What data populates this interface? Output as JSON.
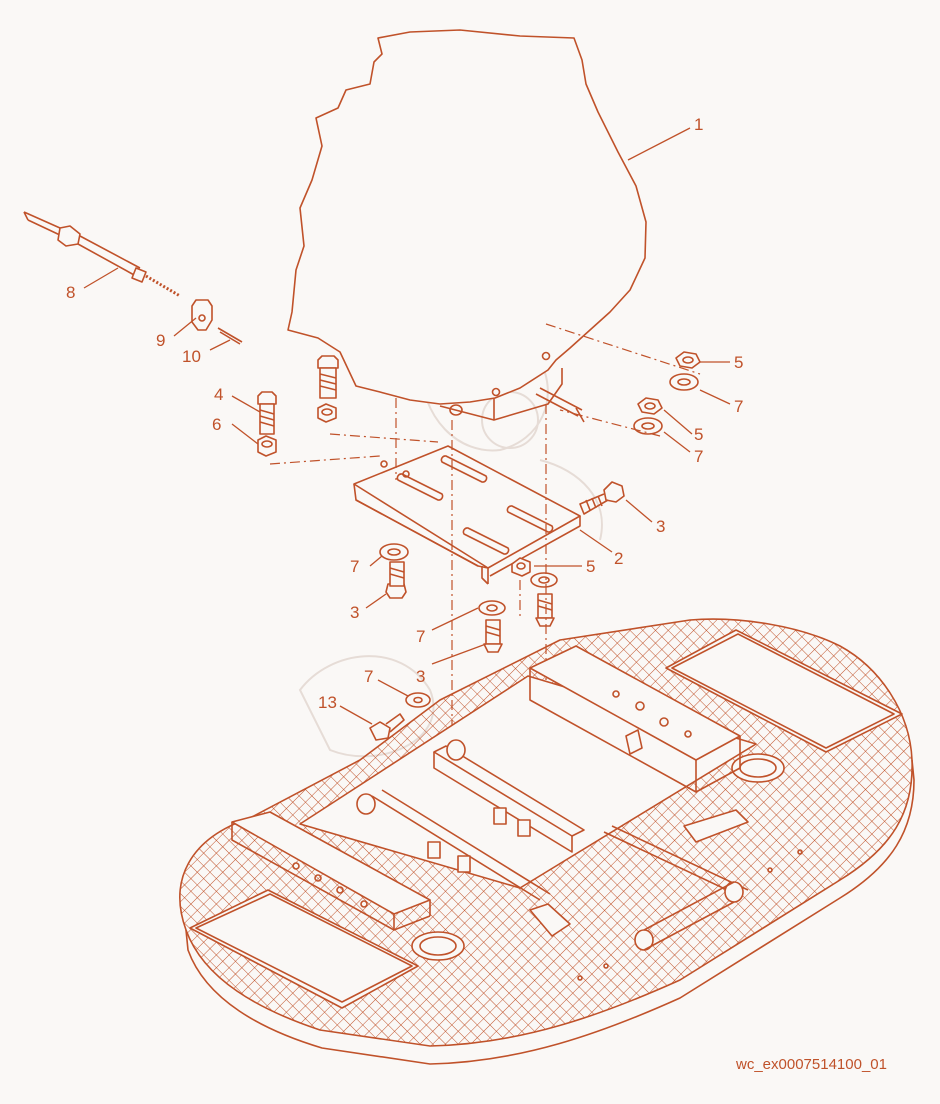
{
  "callouts": {
    "c1": "1",
    "c2": "2",
    "c3a": "3",
    "c3b": "3",
    "c3c": "3",
    "c4": "4",
    "c5a": "5",
    "c5b": "5",
    "c5c": "5",
    "c6": "6",
    "c7a": "7",
    "c7b": "7",
    "c7c": "7",
    "c7d": "7",
    "c7e": "7",
    "c8": "8",
    "c9": "9",
    "c10": "10",
    "c13": "13"
  },
  "figure_code": "wc_ex0007514100_01",
  "colors": {
    "line": "#c0522a",
    "background": "#faf8f6",
    "watermark": "#e6dcd6"
  }
}
